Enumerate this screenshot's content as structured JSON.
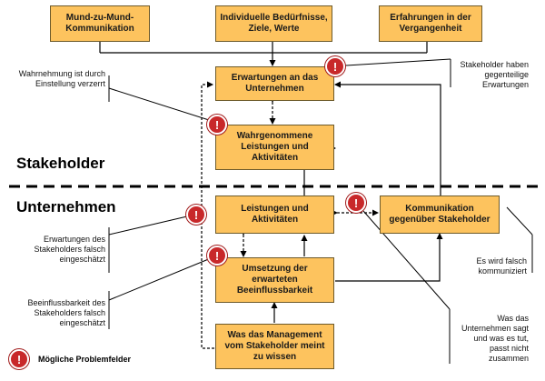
{
  "boxes": {
    "mund": "Mund-zu-Mund-Kommunikation",
    "beduerfnisse": "Individuelle Bedürfnisse, Ziele, Werte",
    "erfahrungen": "Erfahrungen in der Vergangenheit",
    "erwartungen": "Erwartungen an das Unternehmen",
    "wahrgenommene": "Wahrgenommene Leistungen und Aktivitäten",
    "leistungen": "Leistungen und Aktivitäten",
    "kommunikation": "Kommunikation gegenüber Stakeholder",
    "umsetzung": "Umsetzung der erwarteten Beeinflussbarkeit",
    "management": "Was das Management vom Stakeholder meint zu wissen"
  },
  "sections": {
    "stakeholder": "Stakeholder",
    "unternehmen": "Unternehmen"
  },
  "notes": {
    "wahrnehmung": "Wahrnehmung ist durch Einstellung verzerrt",
    "gegenteilig": "Stakeholder haben gegenteilige Erwartungen",
    "falsch_eingeschaetzt": "Erwartungen des Stakeholders falsch eingeschätzt",
    "falsch_kommuniziert": "Es wird falsch kommuniziert",
    "beeinflussbarkeit": "Beeinflussbarkeit des Stakeholders falsch eingeschätzt",
    "sagt_tut": "Was das Unternehmen sagt und was es tut, passt nicht zusammen"
  },
  "warning_symbol": "!",
  "legend": {
    "label": "Mögliche Problemfelder"
  },
  "colors": {
    "box_fill": "#fdc35e",
    "warning": "#c8282a"
  }
}
